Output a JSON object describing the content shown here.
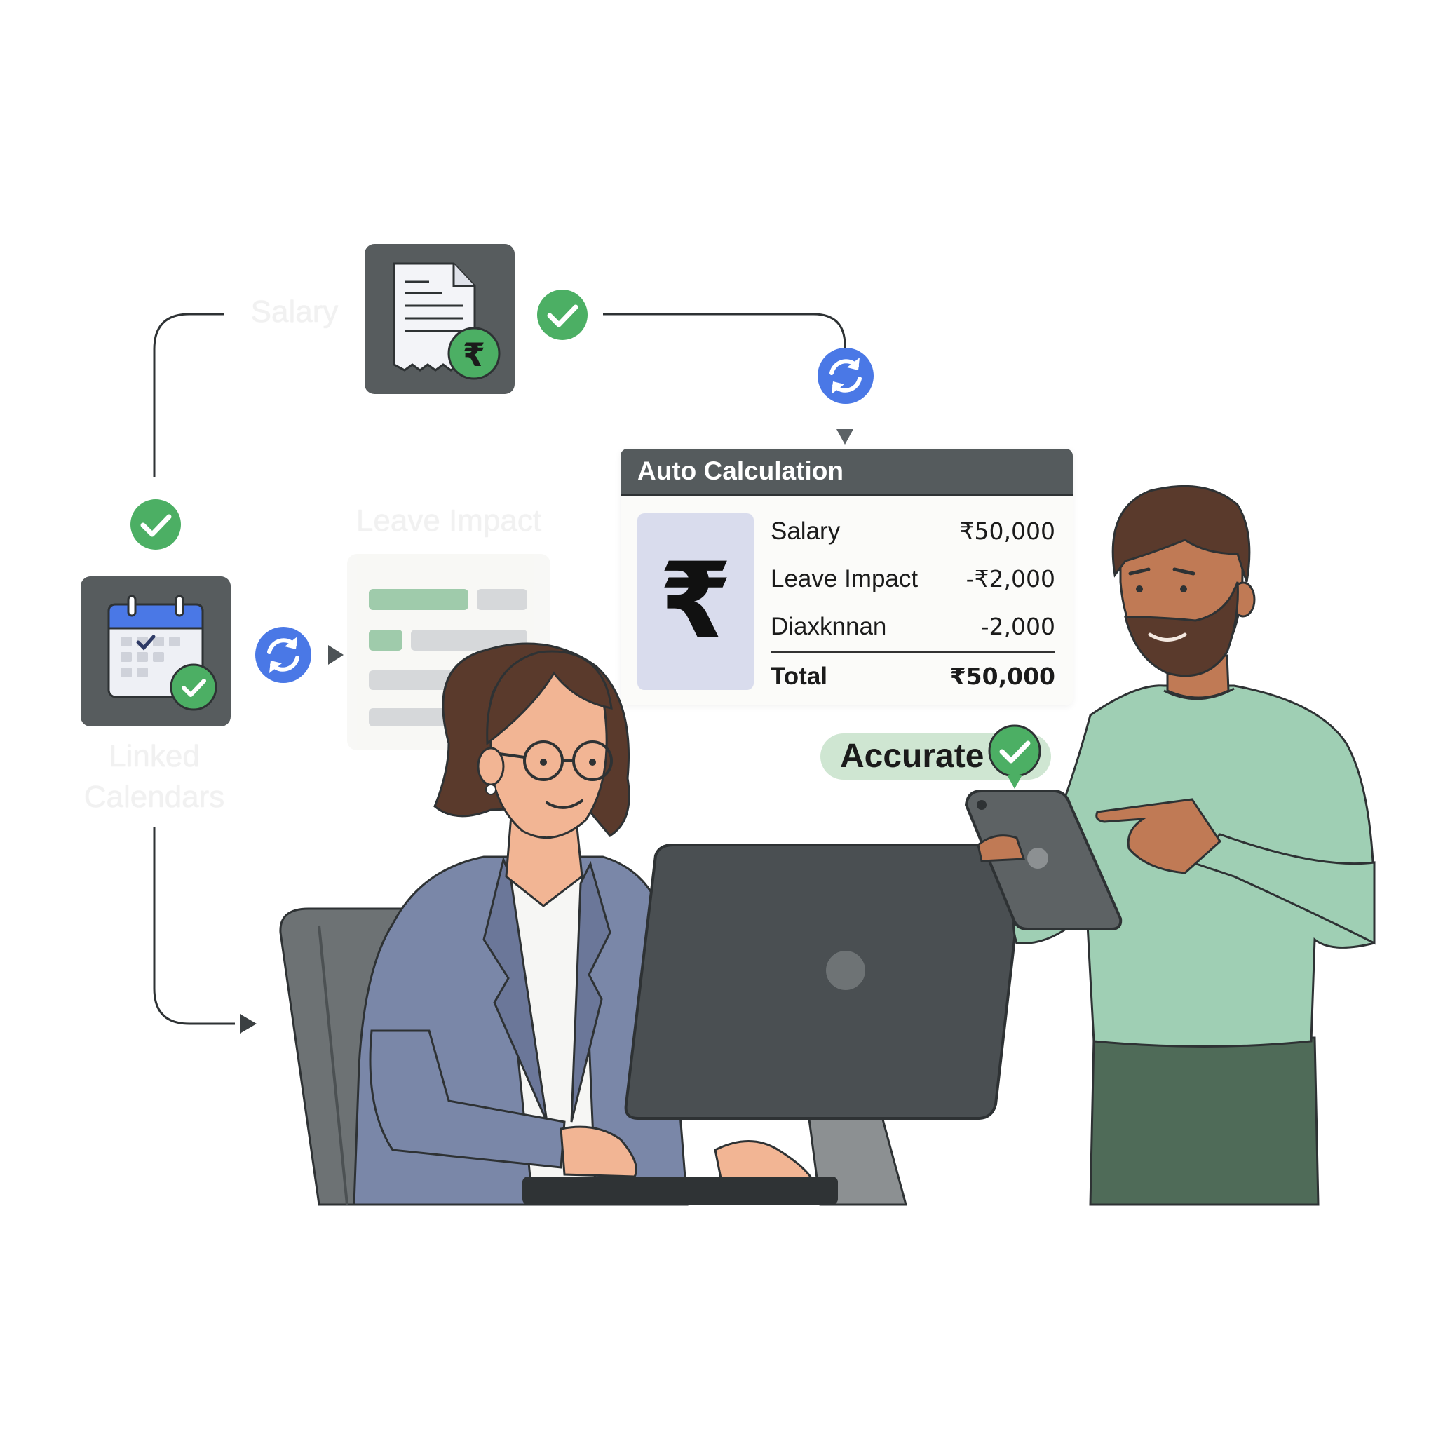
{
  "labels": {
    "salary": "Salary",
    "leave_impact": "Leave Impact",
    "linked_calendars_line1": "Linked",
    "linked_calendars_line2": "Calendars"
  },
  "calculation": {
    "title": "Auto Calculation",
    "currency_symbol": "₹",
    "rows": [
      {
        "label": "Salary",
        "value": "₹50,000"
      },
      {
        "label": "Leave Impact",
        "value": "-₹2,000"
      },
      {
        "label": "Diaxknnan",
        "value": "-2,000"
      }
    ],
    "total": {
      "label": "Total",
      "value": "₹50,000"
    }
  },
  "status": {
    "accurate_label": "Accurate"
  },
  "colors": {
    "check_green": "#4caf64",
    "sync_blue": "#4a78e6",
    "icon_tile": "#575c5e",
    "sweater_green": "#9fcfb4",
    "blazer_blue": "#7a87a8",
    "monitor_dark": "#4a4f52"
  }
}
